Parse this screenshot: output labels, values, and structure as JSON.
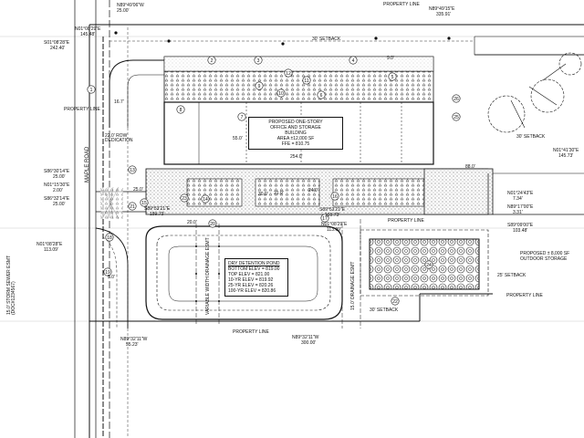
{
  "labels": {
    "bearing_top_left": "N89°49'06\"W",
    "dist_top_left": "25.00'",
    "bearing_top_right": "N89°49'15\"E",
    "dist_top_right": "335.91'",
    "property_line_top": "PROPERTY LINE",
    "bearing_left_upper": "N01°08'29\"E",
    "dist_left_upper": "145.48'",
    "bearing_left_upper2": "S01°08'28\"E",
    "dist_left_upper2": "242.40'",
    "setback_top": "30' SETBACK",
    "dim_90": "9.0'",
    "property_line_left": "PROPERTY LINE",
    "dim_167": "16.7'",
    "row_dedication": "22.0' ROW DEDICATION",
    "building_title": "PROPOSED ONE-STORY",
    "building_line2": "OFFICE AND STORAGE",
    "building_line3": "BUILDING",
    "building_area": "AREA ±12,000 SF",
    "building_ffe": "FFE = 810.75",
    "dim_550": "55.0'",
    "dim_2540": "254.0'",
    "road_name": "MAPLE ROAD",
    "bearing_s_left": "S86°30'14\"E",
    "dist_s_left": "25.00'",
    "bearing_n_left": "N01°15'30\"E",
    "dist_n_left": "2.00'",
    "bearing_s_left2": "S86°32'14\"E",
    "dist_s_left2": "25.00'",
    "dim_250": "25.0'",
    "dim_88": "88.0'",
    "dim_210": "21.0'",
    "dim_240": "24.0'",
    "dim_300": "30.0'",
    "bearing_n01": "N01°08'29\"E",
    "dist_n01": "113.09'",
    "bearing_right_1": "N01°41'30\"E",
    "dist_right_1": "145.73'",
    "setback_right": "30' SETBACK",
    "bearing_right_2": "N01°24'43\"E",
    "dist_right_2": "7.34'",
    "bearing_right_3": "N89°17'00\"E",
    "dist_right_3": "3.31'",
    "bearing_right_4": "S89°09'00\"E",
    "dist_right_4": "103.48'",
    "outdoor_storage": "PROPOSED ± 8,000 SF OUTDOOR STORAGE",
    "setback_25": "25' SETBACK",
    "property_line_right": "PROPERTY LINE",
    "property_line_mid": "PROPERTY LINE",
    "pond_title": "DRY DETENTION POND",
    "pond_bottom": "BOTTOM ELEV = 819.00",
    "pond_top": "TOP ELEV = 821.00",
    "pond_10yr": "10-YR ELEV = 819.92",
    "pond_25yr": "25-YR ELEV = 820.26",
    "pond_100yr": "100-YR ELEV = 820.86",
    "drainage_left": "VARIABLE WIDTH DRAINAGE ESMT",
    "drainage_right": "15.0' DRAINAGE ESMT",
    "bearing_bottom_left": "N89°32'11\"W",
    "dist_bottom_left": "55.23'",
    "bearing_bottom": "N89°32'11\"W",
    "dist_bottom": "300.00'",
    "property_line_bottom": "PROPERTY LINE",
    "setback_30_bottom": "30' SETBACK",
    "storm_esmt": "15.0' STORM SEWER ESMT (DOC#1234567)",
    "bearing_left_low": "N01°08'28\"E",
    "dist_left_low": "113.09'",
    "dim_200": "20.0'",
    "dim_50": "5.0'",
    "bearing_mid1": "S89°53'21\"E",
    "dist_mid1": "159.73'",
    "bearing_mid2": "S89°53'21\"E",
    "dist_mid2": "159.73'"
  },
  "keynotes": [
    "1",
    "2",
    "3",
    "4",
    "5",
    "6",
    "7",
    "8",
    "9",
    "10",
    "11",
    "12",
    "13",
    "14",
    "15",
    "16",
    "17",
    "18",
    "19",
    "20",
    "21",
    "22",
    "23",
    "24",
    "25",
    "26"
  ]
}
